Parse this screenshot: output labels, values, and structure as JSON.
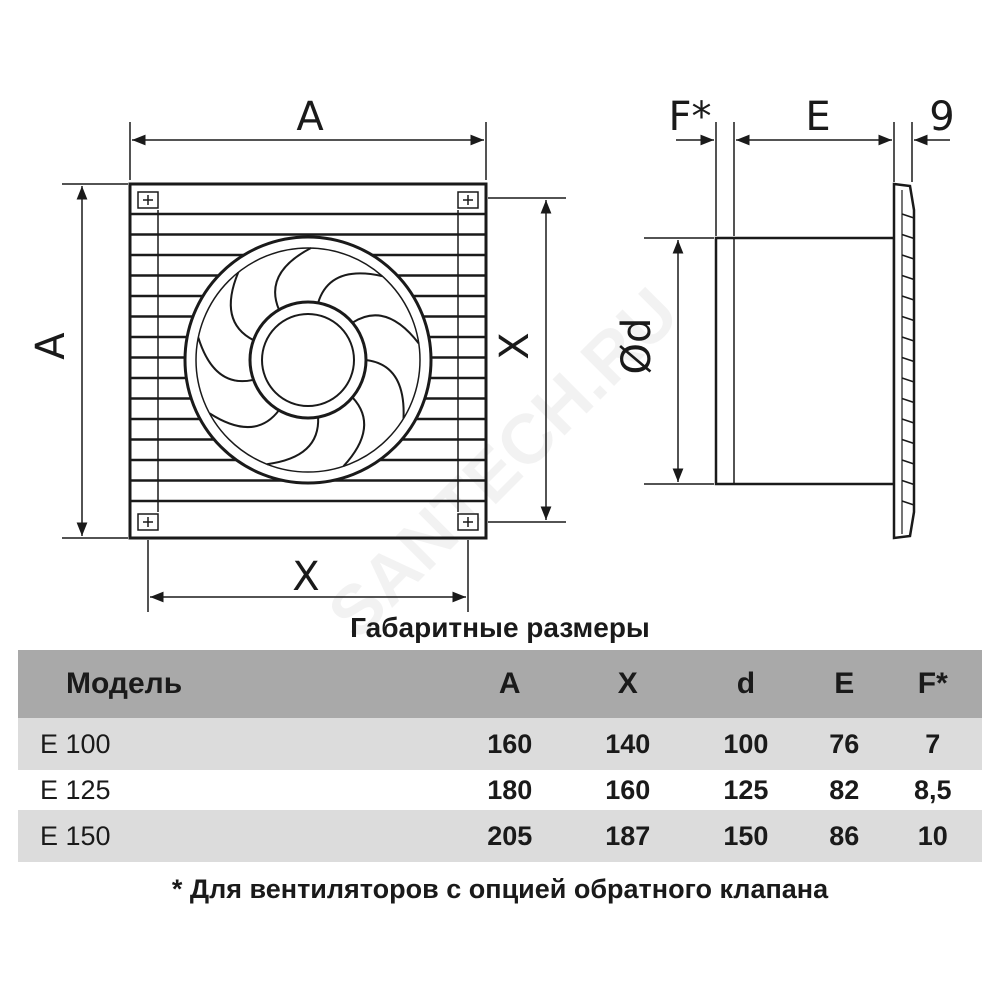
{
  "diagram": {
    "dims": {
      "A_top": "A",
      "A_left": "A",
      "X_right": "X",
      "X_bottom": "X",
      "d": "Ød",
      "F": "F*",
      "E": "E",
      "nine": "9"
    },
    "watermark": "SANTECH.RU"
  },
  "table": {
    "title": "Габаритные размеры",
    "headers": [
      "Модель",
      "A",
      "X",
      "d",
      "E",
      "F*"
    ],
    "rows": [
      [
        "E 100",
        "160",
        "140",
        "100",
        "76",
        "7"
      ],
      [
        "E 125",
        "180",
        "160",
        "125",
        "82",
        "8,5"
      ],
      [
        "E 150",
        "205",
        "187",
        "150",
        "86",
        "10"
      ]
    ]
  },
  "footnote": "* Для вентиляторов с опцией обратного клапана"
}
